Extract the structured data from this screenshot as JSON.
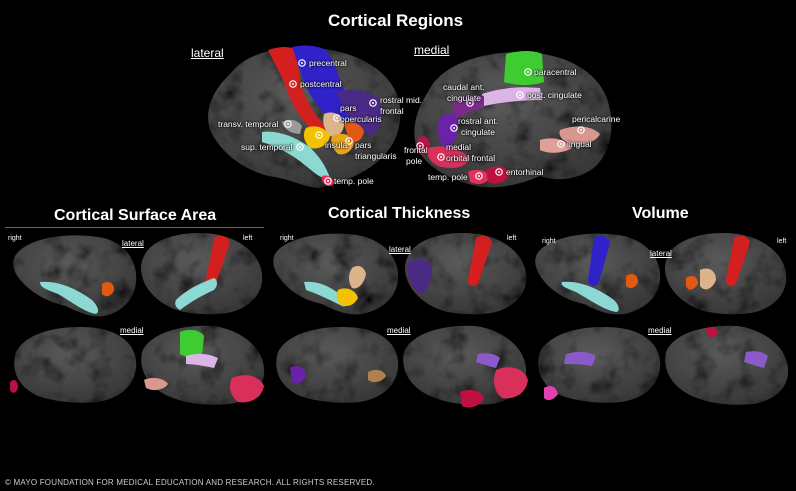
{
  "title": "Cortical Regions",
  "views": {
    "lateral": "lateral",
    "medial": "medial"
  },
  "sides": {
    "right": "right",
    "left": "left"
  },
  "sections": [
    "Cortical Surface Area",
    "Cortical Thickness",
    "Volume"
  ],
  "region_labels": {
    "precentral": "precentral",
    "postcentral": "postcentral",
    "pars_opercularis": [
      "pars",
      "opercularis"
    ],
    "pars_triangularis": [
      "pars",
      "triangularis"
    ],
    "rostral_mid_frontal": [
      "rostral mid.",
      "frontal"
    ],
    "transv_temporal": "transv. temporal",
    "insula": "insula",
    "sup_temporal": "sup. temporal",
    "temp_pole": "temp. pole",
    "paracentral": "paracentral",
    "caudal_ant_cingulate": [
      "caudal ant.",
      "cingulate"
    ],
    "post_cingulate": "post. cingulate",
    "rostral_ant_cingulate": [
      "rostral ant.",
      "cingulate"
    ],
    "pericalcarine": "pericalcarine",
    "lingual": "lingual",
    "frontal_pole": [
      "frontal",
      "pole"
    ],
    "medial_orbital_frontal": [
      "medial",
      "orbital frontal"
    ],
    "temp_pole_medial": "temp. pole",
    "entorhinal": "entorhinal"
  },
  "colors": {
    "background": "#000000",
    "cortex": "#4a4a4a",
    "precentral": "#d41f1f",
    "postcentral": "#2e22c8",
    "pars_opercularis": "#dcb48c",
    "pars_triangularis": "#e8a51c",
    "rostral_mid_frontal": "#4b2a86",
    "transv_temporal": "#9a9a9a",
    "insula": "#f2c200",
    "sup_temporal": "#8cd8d2",
    "temp_pole": "#e0325a",
    "paracentral": "#3fcc32",
    "caudal_ant_cingulate": "#7a2a8a",
    "post_cingulate": "#dcb4e6",
    "rostral_ant_cingulate": "#6a22a8",
    "pericalcarine": "#d89890",
    "lingual": "#e0a098",
    "frontal_pole": "#b8124a",
    "medial_orbital_frontal": "#d8305a",
    "entorhinal": "#c01040",
    "orange_region": "#e05a12"
  },
  "copyright": "© MAYO FOUNDATION FOR MEDICAL EDUCATION AND RESEARCH. ALL RIGHTS RESERVED."
}
